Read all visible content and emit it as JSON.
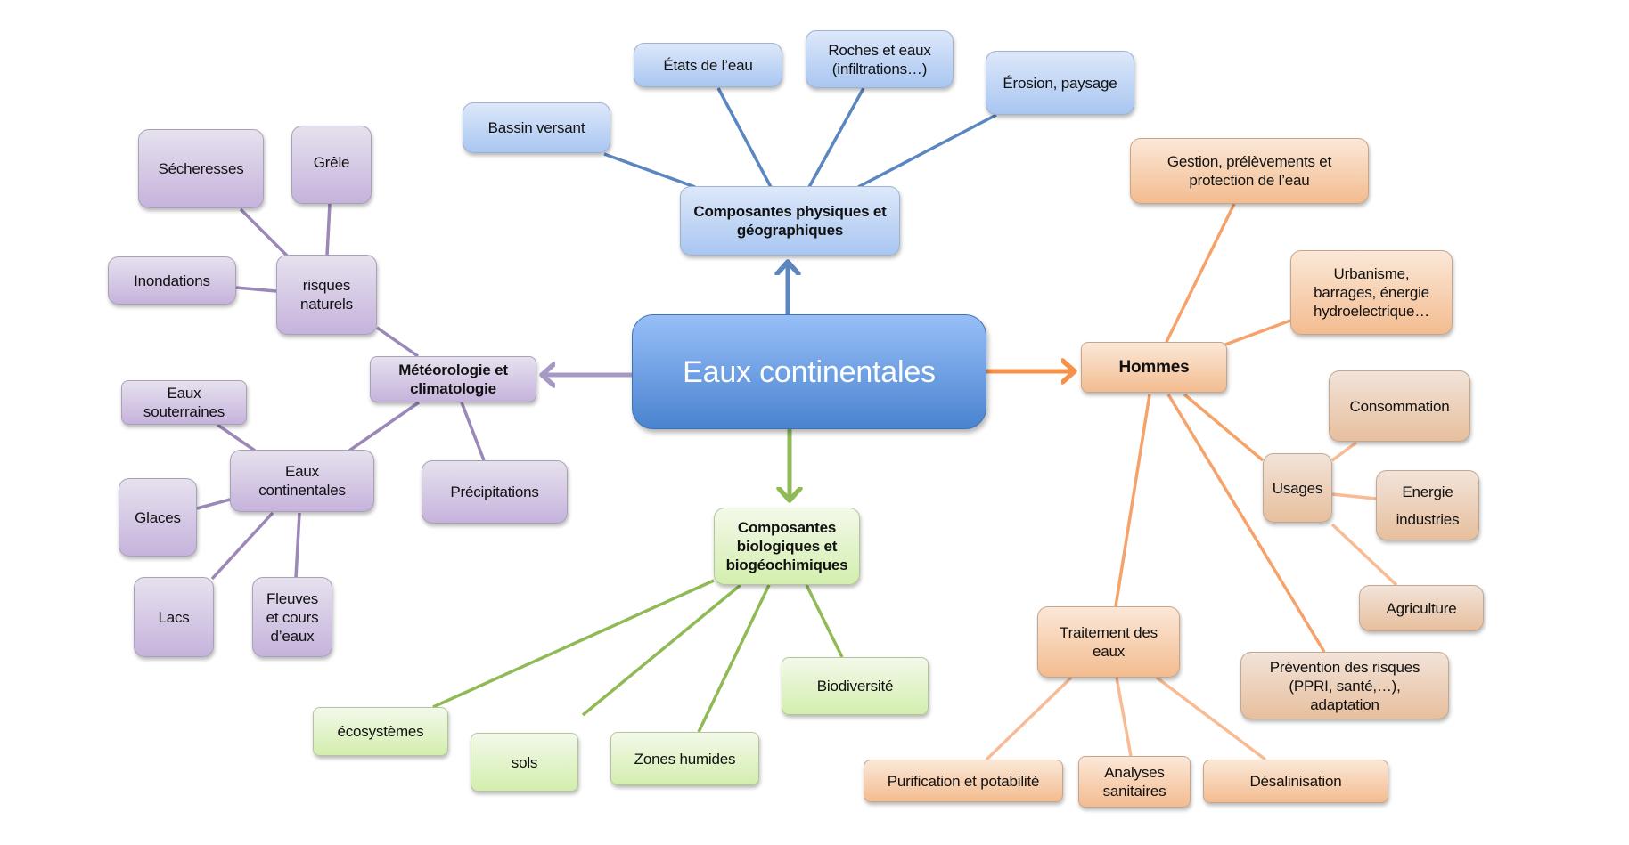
{
  "title": "Eaux continentales",
  "colors": {
    "root": "#4a83d0",
    "physique": "#5b86c0",
    "meteo": "#9b88b8",
    "bio": "#8fba55",
    "hommes": "#f6a36b",
    "hommes_sub": "#f7bb96"
  },
  "root": {
    "label": "Eaux continentales"
  },
  "branches": {
    "physique": {
      "label": "Composantes physiques et géographiques",
      "children": [
        {
          "label": "Bassin versant"
        },
        {
          "label": "États de l’eau"
        },
        {
          "label": "Roches et eaux\n(infiltrations…)"
        },
        {
          "label": "Érosion, paysage"
        }
      ]
    },
    "meteo": {
      "label": "Météorologie et climatologie",
      "risques": {
        "label": "risques\nnaturels",
        "children": [
          {
            "label": "Sécheresses"
          },
          {
            "label": "Grêle"
          },
          {
            "label": "Inondations"
          }
        ]
      },
      "eaux": {
        "label": "Eaux\ncontinentales",
        "children": [
          {
            "label": "Eaux\nsouterraines"
          },
          {
            "label": "Glaces"
          },
          {
            "label": "Lacs"
          },
          {
            "label": "Fleuves\net cours\nd’eaux"
          }
        ]
      },
      "precipitations": {
        "label": "Précipitations"
      }
    },
    "bio": {
      "label": "Composantes\nbiologiques et\nbiogéochimiques",
      "children": [
        {
          "label": "écosystèmes"
        },
        {
          "label": "sols"
        },
        {
          "label": "Zones humides"
        },
        {
          "label": "Biodiversité"
        }
      ]
    },
    "hommes": {
      "label": "Hommes",
      "gestion": {
        "label": "Gestion, prélèvements et\nprotection de l’eau"
      },
      "urbanisme": {
        "label": "Urbanisme,\nbarrages, énergie\nhydroelectrique…"
      },
      "usages": {
        "label": "Usages",
        "children": [
          {
            "label": "Consommation"
          },
          {
            "label": "Energie\nindustries"
          },
          {
            "label": "Agriculture"
          }
        ]
      },
      "prevention": {
        "label": "Prévention des risques\n(PPRI, santé,…),\nadaptation"
      },
      "traitement": {
        "label": "Traitement des\neaux",
        "children": [
          {
            "label": "Purification et potabilité"
          },
          {
            "label": "Analyses\nsanitaires"
          },
          {
            "label": "Désalinisation"
          }
        ]
      }
    }
  }
}
